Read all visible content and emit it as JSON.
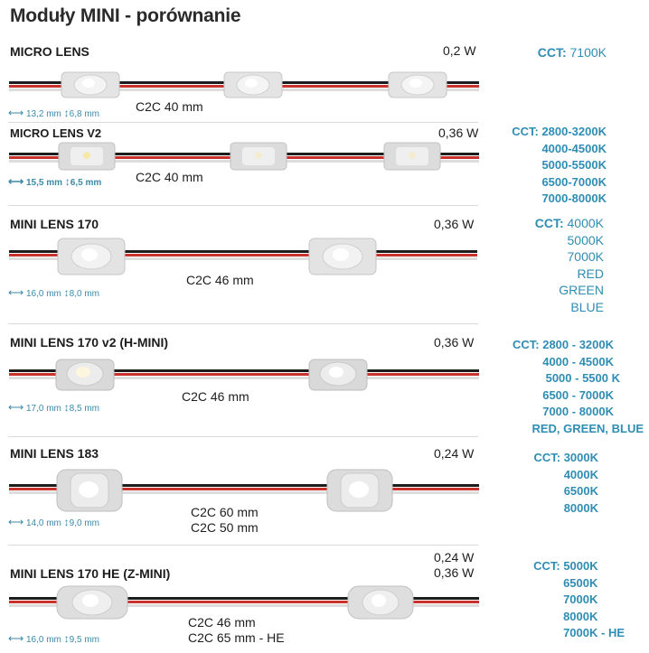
{
  "title": "Moduły MINI - porównanie",
  "colors": {
    "accent": "#2f8db3",
    "wire_red": "#c8322e",
    "wire_black": "#1c1c1c"
  },
  "modules": [
    {
      "name": "MICRO LENS",
      "power": [
        "0,2 W"
      ],
      "c2c": [
        "C2C 40 mm"
      ],
      "dim_w": "13,2 mm",
      "dim_h": "6,8 mm",
      "cct_label": "CCT:",
      "cct": [
        "7100K"
      ]
    },
    {
      "name": "MICRO LENS V2",
      "power": [
        "0,36 W"
      ],
      "c2c": [
        "C2C 40 mm"
      ],
      "dim_w": "15,5 mm",
      "dim_h": "6,5 mm",
      "cct_label": "CCT:",
      "cct": [
        "2800-3200K",
        "4000-4500K",
        "5000-5500K",
        "6500-7000K",
        "7000-8000K"
      ]
    },
    {
      "name": "MINI LENS 170",
      "power": [
        "0,36 W"
      ],
      "c2c": [
        "C2C 46 mm"
      ],
      "dim_w": "16,0 mm",
      "dim_h": "8,0 mm",
      "cct_label": "CCT:",
      "cct": [
        "4000K",
        "5000K",
        "7000K",
        "RED",
        "GREEN",
        "BLUE"
      ]
    },
    {
      "name": "MINI LENS 170 v2  (H-MINI)",
      "power": [
        "0,36 W"
      ],
      "c2c": [
        "C2C 46 mm"
      ],
      "dim_w": "17,0 mm",
      "dim_h": "8,5 mm",
      "cct_label": "CCT:",
      "cct": [
        "2800 - 3200K",
        "4000 - 4500K",
        "5000 - 5500 K",
        "6500 - 7000K",
        "7000 - 8000K",
        "RED, GREEN, BLUE"
      ]
    },
    {
      "name": "MINI LENS 183",
      "power": [
        "0,24 W"
      ],
      "c2c": [
        "C2C 60 mm",
        "C2C 50 mm"
      ],
      "dim_w": "14,0 mm",
      "dim_h": "9,0 mm",
      "cct_label": "CCT:",
      "cct": [
        "3000K",
        "4000K",
        "6500K",
        "8000K"
      ]
    },
    {
      "name": "MINI LENS 170 HE  (Z-MINI)",
      "power": [
        "0,24 W",
        "0,36 W"
      ],
      "c2c": [
        "C2C 46 mm",
        "C2C 65 mm - HE"
      ],
      "dim_w": "16,0 mm",
      "dim_h": "9,5 mm",
      "cct_label": "CCT:",
      "cct": [
        "5000K",
        "6500K",
        "7000K",
        "8000K",
        "7000K - HE"
      ]
    }
  ]
}
